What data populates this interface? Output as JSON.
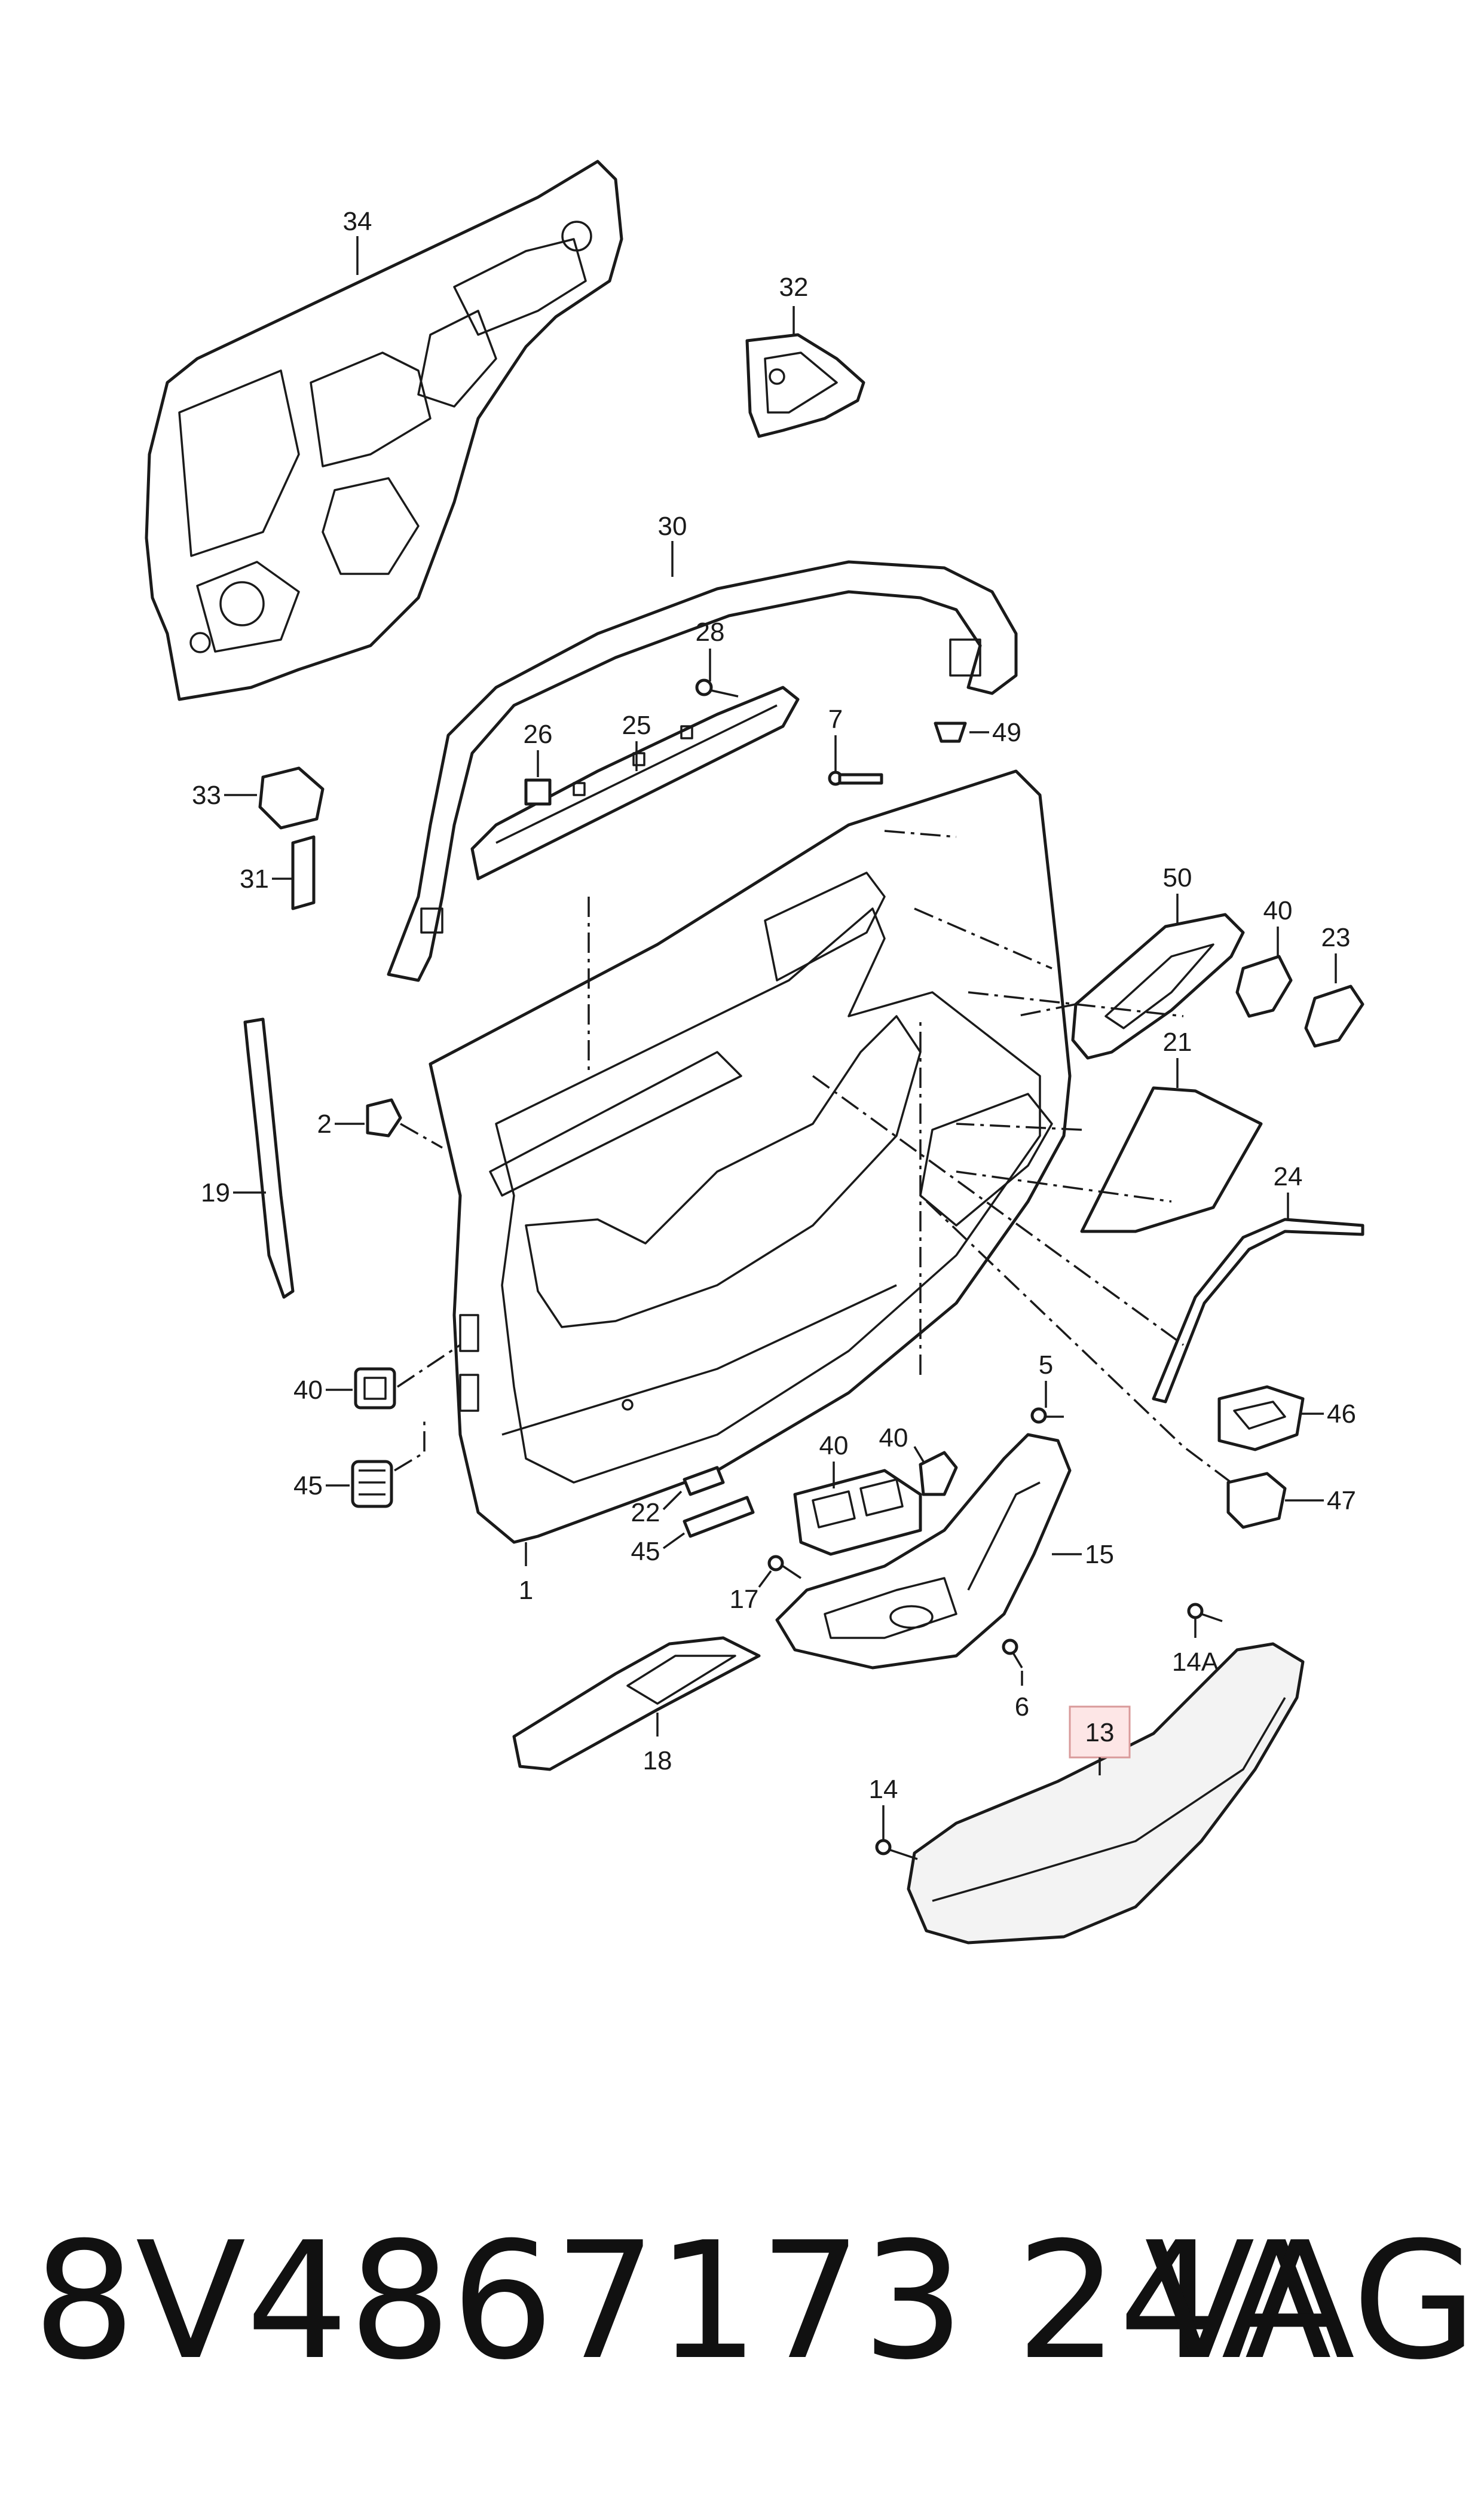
{
  "diagram": {
    "callouts": {
      "c1": "1",
      "c2": "2",
      "c5": "5",
      "c6": "6",
      "c7": "7",
      "c13": "13",
      "c14": "14",
      "c14a": "14A",
      "c15": "15",
      "c17": "17",
      "c18": "18",
      "c19": "19",
      "c21": "21",
      "c22": "22",
      "c23": "23",
      "c24": "24",
      "c25": "25",
      "c26": "26",
      "c28": "28",
      "c30": "30",
      "c31": "31",
      "c32": "32",
      "c33": "33",
      "c34": "34",
      "c40a": "40",
      "c40b": "40",
      "c40c": "40",
      "c40d": "40",
      "c45a": "45",
      "c45b": "45",
      "c46": "46",
      "c47": "47",
      "c49": "49",
      "c50": "50"
    },
    "highlighted_part": "13"
  },
  "footer": {
    "part_number": "8V4867173 24A",
    "brand": "VAG"
  }
}
